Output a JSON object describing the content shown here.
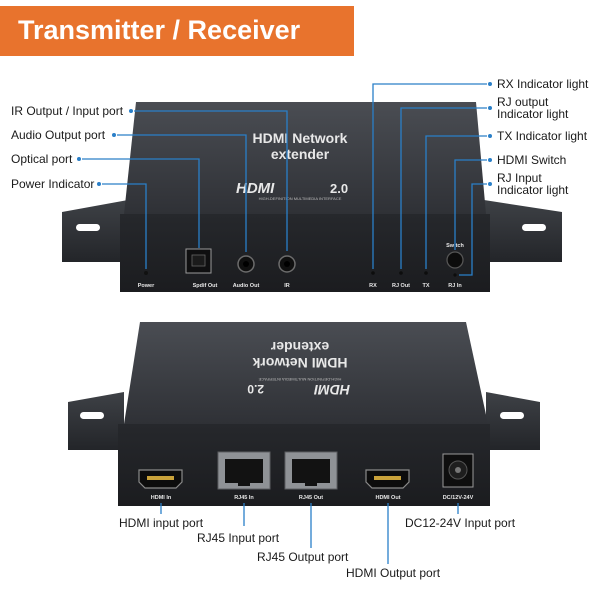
{
  "title": "Transmitter / Receiver",
  "device": {
    "line1": "HDMI Network",
    "line2": "extender",
    "brand_logo": "HDMI",
    "brand_version": "2.0",
    "brand_sub": "HIGH-DEFINITION MULTIMEDIA INTERFACE"
  },
  "front_ports": {
    "power": "Power",
    "spdif": "Spdif Out",
    "audio": "Audio Out",
    "ir": "IR",
    "rx": "RX",
    "rj_out": "RJ Out",
    "tx": "TX",
    "rj_in": "RJ In",
    "switch": "Switch"
  },
  "rear_ports": {
    "hdmi_in": "HDMI In",
    "rj45_in": "RJ45 In",
    "rj45_out": "RJ45 Out",
    "hdmi_out": "HDMI Out",
    "dc": "DC/12V-24V"
  },
  "callouts_left": {
    "ir": "IR Output / Input port",
    "audio": "Audio Output port",
    "optical": "Optical port",
    "power": "Power Indicator"
  },
  "callouts_right": {
    "rx": "RX Indicator light",
    "rj_output_1": "RJ output",
    "rj_output_2": "Indicator light",
    "tx": "TX Indicator light",
    "hdmi_switch": "HDMI Switch",
    "rj_input_1": "RJ Input",
    "rj_input_2": "Indicator light"
  },
  "callouts_bottom": {
    "hdmi_input": "HDMI input port",
    "rj45_input": "RJ45 Input port",
    "rj45_output": "RJ45 Output port",
    "hdmi_output": "HDMI Output port",
    "dc_input": "DC12-24V Input port"
  },
  "colors": {
    "banner": "#e8732d",
    "leader": "#2a7fc8",
    "device_body": "#2b2d31"
  }
}
